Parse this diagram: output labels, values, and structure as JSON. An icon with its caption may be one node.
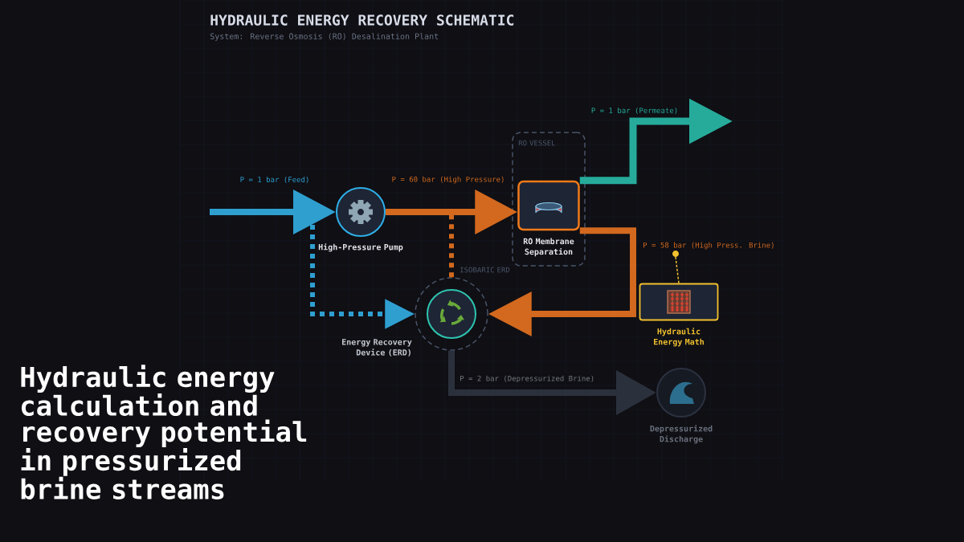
{
  "diagram": {
    "title": "HYDRAULIC ENERGY RECOVERY SCHEMATIC",
    "caption": "Hydraulic energy calculation and recovery potential in pressurized brine streams",
    "nodes": [
      {
        "text": [
          "High-Pressure Pump"
        ]
      },
      {
        "text": [
          "RO VESSEL"
        ]
      },
      {
        "text": [
          "RO Membrane Separation"
        ],
        "in": 1
      },
      {
        "text": [
          "ISOBARIC ERD",
          "Energy Recovery Device (ERD)"
        ]
      },
      {
        "text": [
          "Hydraulic Energy Math"
        ]
      },
      {
        "text": [
          "Depressurized Discharge"
        ]
      },
      {
        "text": [],
        "shape": "circle"
      }
    ],
    "edges": [
      {
        "from": null,
        "to": 0,
        "arrow": "to",
        "label": "P = 1 bar (Feed)",
        "color": "#2f9fd0"
      },
      {
        "from": 0,
        "to": 2,
        "arrow": "to",
        "label": "P = 60 bar (High Pressure)",
        "color": "#d2691e"
      },
      {
        "from": 2,
        "to": null,
        "arrow": "to",
        "label": "P = 1 bar (Permeate)",
        "color": "#26ab9b"
      },
      {
        "from": 2,
        "to": 3,
        "arrow": "to",
        "label": "P = 58 bar (High Press. Brine)",
        "color": "#d2691e"
      },
      {
        "from": 3,
        "to": 5,
        "arrow": "to",
        "label": "P = 2 bar (Depressurized Brine)",
        "color": "#2b313c"
      },
      {
        "from": null,
        "to": 3,
        "arrow": "to",
        "style": "dashed",
        "color": "#2f9fd0"
      },
      {
        "from": 3,
        "to": null,
        "arrow": "none",
        "style": "dashed",
        "color": "#d2691e"
      },
      {
        "from": 4,
        "to": 6,
        "arrow": "none",
        "style": "dashed",
        "color": "#f2c12e"
      }
    ],
    "labels": [
      "System: Reverse Osmosis (RO) Desalination Plant"
    ]
  }
}
